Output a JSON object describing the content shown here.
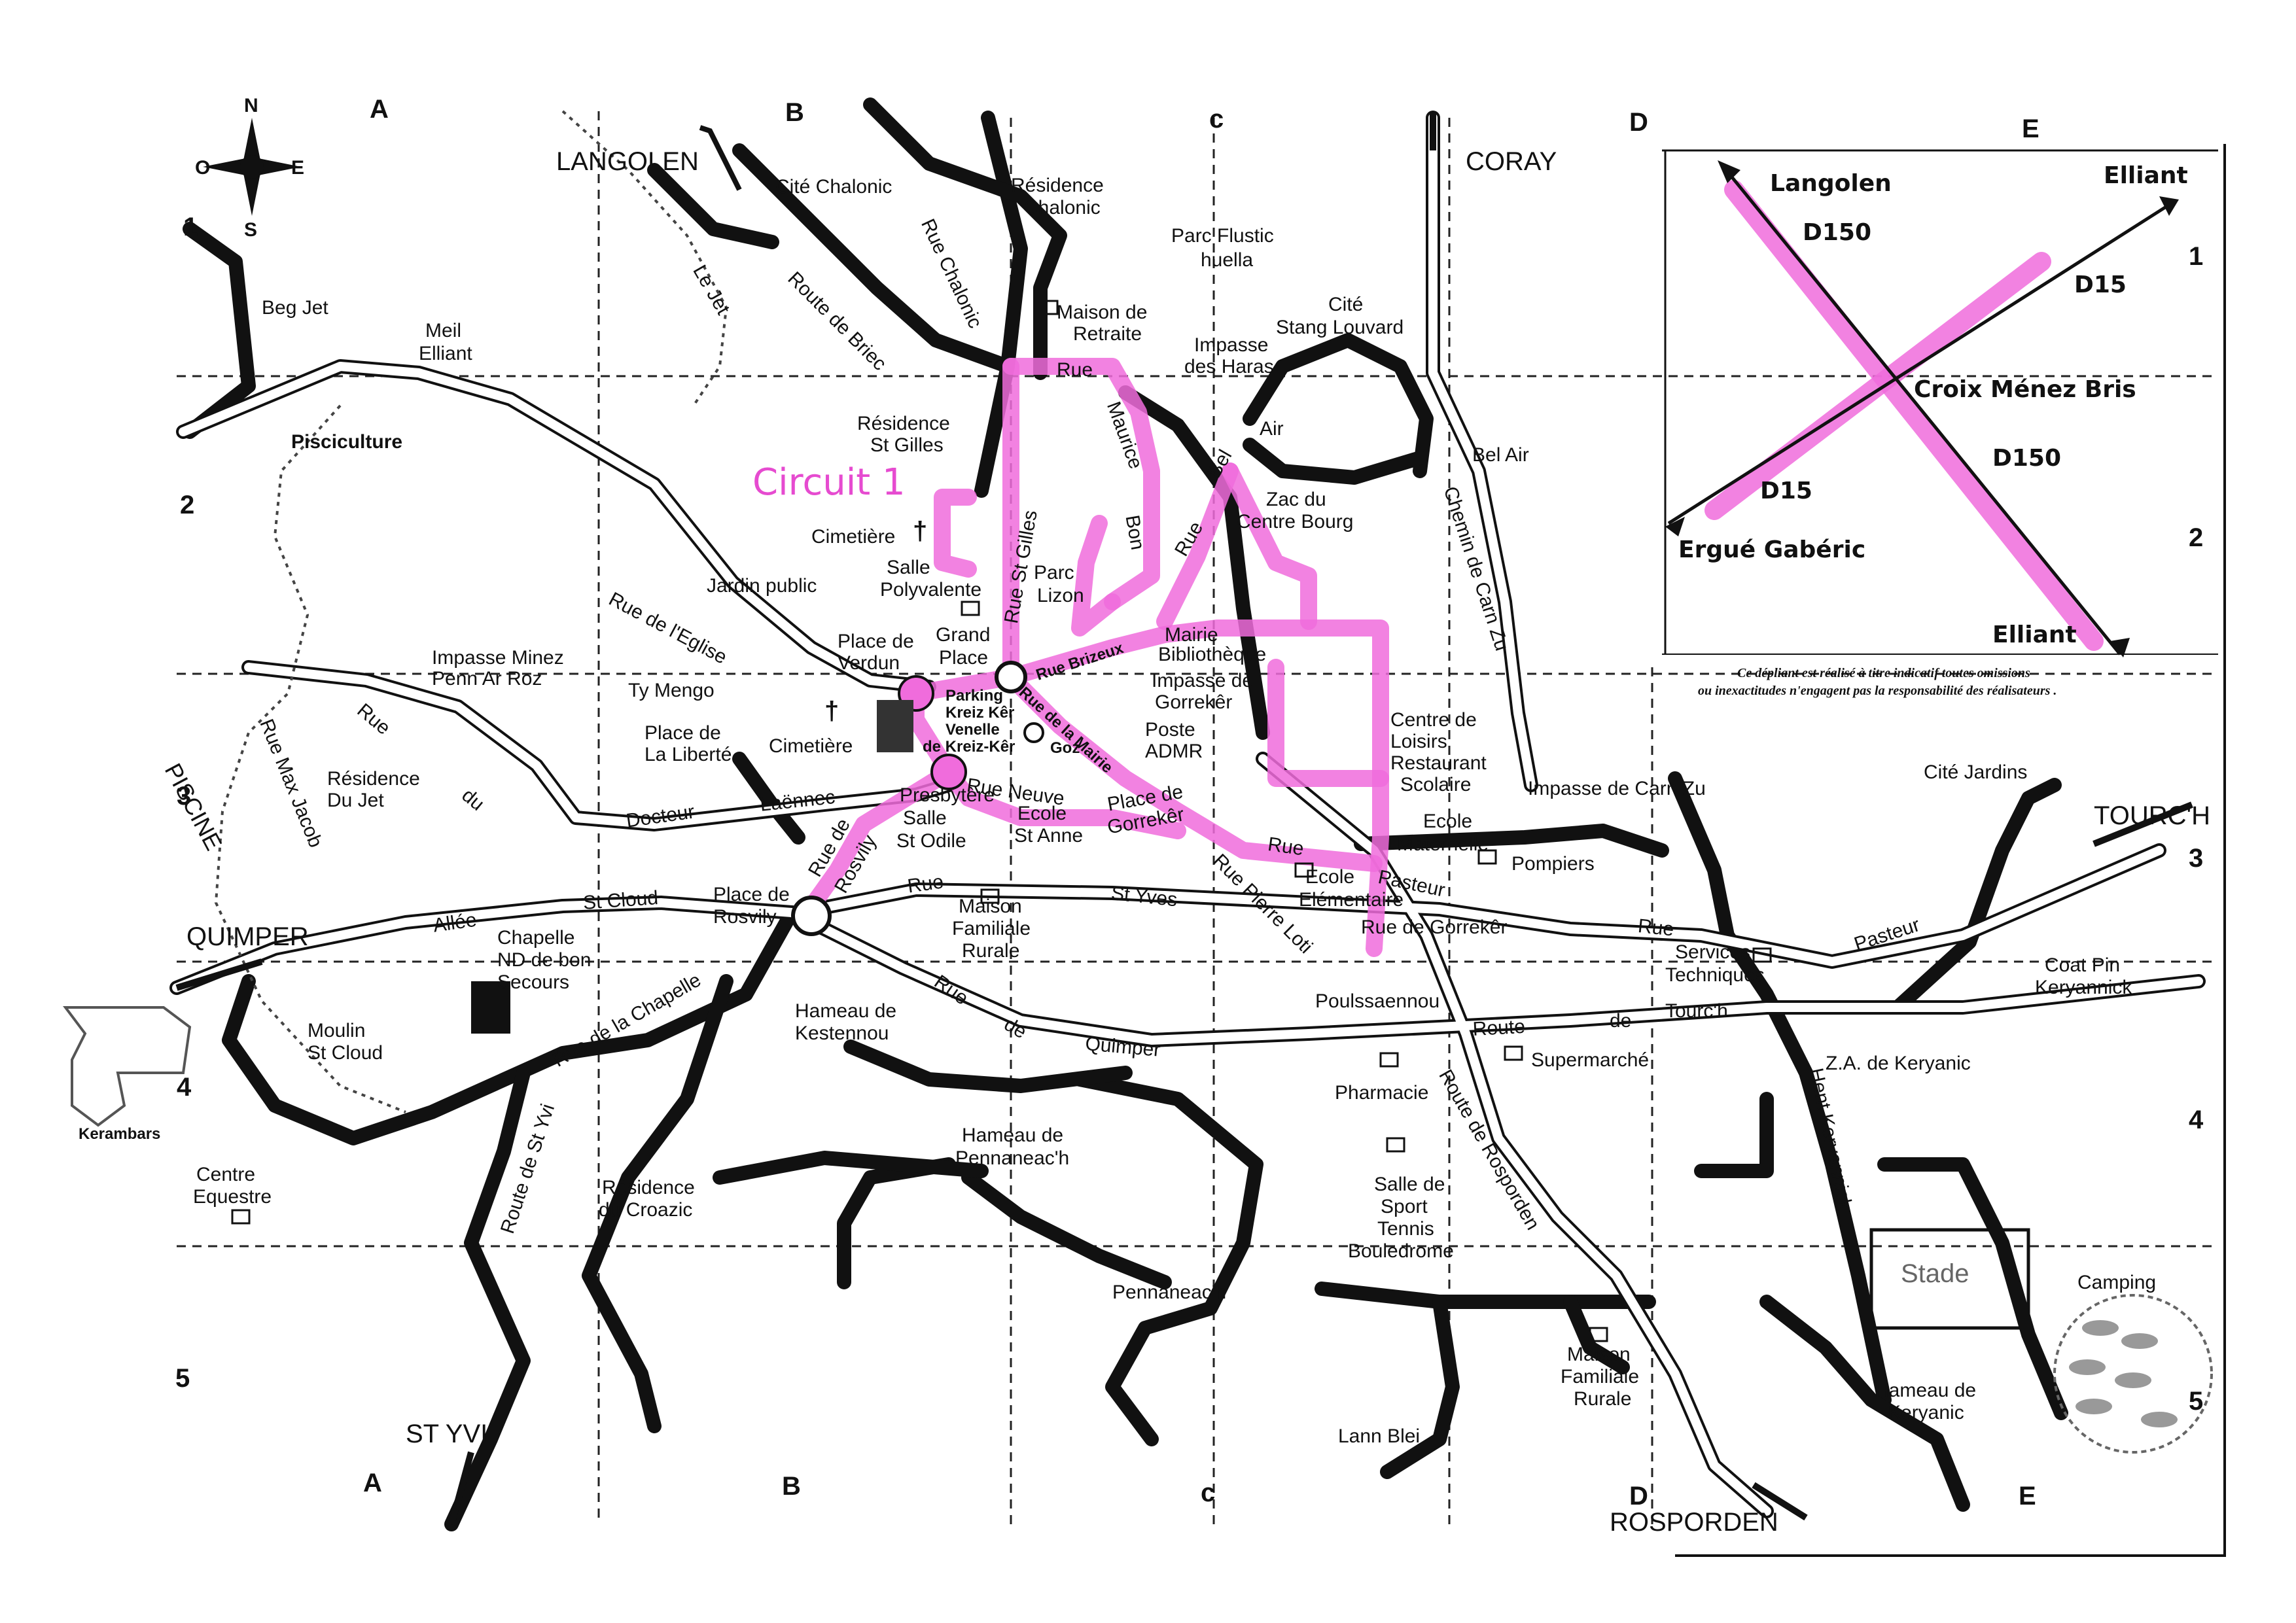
{
  "colors": {
    "circuit": "#f06cdc",
    "ink": "#111111",
    "paper": "#ffffff"
  },
  "circuit_label": "Circuit 1",
  "grid": {
    "cols_top": [
      "A",
      "B",
      "c",
      "D",
      "E"
    ],
    "cols_bottom": [
      "A",
      "B",
      "c",
      "D",
      "E"
    ],
    "rows_left": [
      "1",
      "2",
      "3",
      "4",
      "5"
    ],
    "rows_right": [
      "1",
      "2",
      "3",
      "4",
      "5"
    ]
  },
  "compass": {
    "n": "N",
    "s": "S",
    "e": "E",
    "w": "O"
  },
  "directions": {
    "langolen": "LANGOLEN",
    "coray": "CORAY",
    "tourch": "TOURC'H",
    "quimper": "QUIMPER",
    "st_yvi": "ST YVI",
    "rosporden": "ROSPORDEN",
    "kerambars": "Kerambars",
    "piscine": "PISCINE"
  },
  "places": {
    "cite_chalonic": "Cité Chalonic",
    "residence_chalonic_1": "Résidence",
    "residence_chalonic_2": "Chalonic",
    "parc_flustic_1": "Parc Flustic",
    "parc_flustic_2": "huella",
    "maison_retraite_1": "Maison de",
    "maison_retraite_2": "Retraite",
    "cite_stang_1": "Cité",
    "cite_stang_2": "Stang Louvard",
    "impasse_haras_1": "Impasse",
    "impasse_haras_2": "des Haras",
    "beg_jet": "Beg Jet",
    "meil_elliant_1": "Meil",
    "meil_elliant_2": "Elliant",
    "pisciculture": "Pisciculture",
    "residence_st_gilles_1": "Résidence",
    "residence_st_gilles_2": "St Gilles",
    "cimetiere_1": "Cimetière",
    "salle_poly_1": "Salle",
    "salle_poly_2": "Polyvalente",
    "jardin_public": "Jardin public",
    "parc_lizon_1": "Parc",
    "parc_lizon_2": "Lizon",
    "zac_1": "Zac du",
    "zac_2": "Centre Bourg",
    "bel_air": "Bel Air",
    "impasse_minez_1": "Impasse Minez",
    "impasse_minez_2": "Penn Ar Roz",
    "place_verdun_1": "Place de",
    "place_verdun_2": "Verdun",
    "grand_place_1": "Grand",
    "grand_place_2": "Place",
    "ty_mengo": "Ty Mengo",
    "place_liberte_1": "Place de",
    "place_liberte_2": "La Liberté",
    "cimetiere_2": "Cimetière",
    "residence_jet_1": "Résidence",
    "residence_jet_2": "Du Jet",
    "mairie_1": "Mairie",
    "mairie_2": "Bibliothèque",
    "impasse_gorreker_1": "Impasse de",
    "impasse_gorreker_2": "Gorrekêr",
    "poste_1": "Poste",
    "poste_2": "ADMR",
    "parking_1": "Parking",
    "parking_2": "Kreiz Kêr",
    "venelle_1": "Venelle",
    "venelle_2": "de Kreiz-Kêr",
    "presbytere_1": "Presbytère",
    "presbytere_2": "Salle",
    "presbytere_3": "St Odile",
    "ecole_st_anne_1": "Ecole",
    "ecole_st_anne_2": "St Anne",
    "centre_loisirs_1": "Centre de",
    "centre_loisirs_2": "Loisirs",
    "centre_loisirs_3": "Restaurant",
    "centre_loisirs_4": "Scolaire",
    "impasse_carn_zu": "Impasse de Carn Zu",
    "cite_jardins": "Cité Jardins",
    "ecole_mat_1": "Ecole",
    "ecole_mat_2": "Maternelle",
    "pompiers": "Pompiers",
    "ecole_elem_1": "Ecole",
    "ecole_elem_2": "Elémentaire",
    "rue_gorreker_b": "Rue de Gorrekêr",
    "place_rosvily_1": "Place de",
    "place_rosvily_2": "Rosvily",
    "chapelle_1": "Chapelle",
    "chapelle_2": "ND de bon",
    "chapelle_3": "Secours",
    "maison_fam_1": "Maison",
    "maison_fam_2": "Familiale",
    "maison_fam_3": "Rurale",
    "moulin_1": "Moulin",
    "moulin_2": "St Cloud",
    "hameau_kestennou_1": "Hameau de",
    "hameau_kestennou_2": "Kestennou",
    "poulssaennou": "Poulssaennou",
    "services_1": "Services",
    "services_2": "Techniques",
    "coat_pin_1": "Coat Pin",
    "coat_pin_2": "Keryannick",
    "supermarche": "Supermarché",
    "pharmacie": "Pharmacie",
    "za_keryanic": "Z.A. de Keryanic",
    "hameau_pennaneach_1": "Hameau de",
    "hameau_pennaneach_2": "Pennaneac'h",
    "centre_equestre_1": "Centre",
    "centre_equestre_2": "Equestre",
    "residence_croazic_1": "Résidence",
    "residence_croazic_2": "du Croazic",
    "salle_sport_1": "Salle de",
    "salle_sport_2": "Sport",
    "salle_sport_3": "Tennis",
    "salle_sport_4": "Bouledrome",
    "pennaneach": "Pennaneac'h",
    "maison_fam2_1": "Maison",
    "maison_fam2_2": "Familiale",
    "maison_fam2_3": "Rurale",
    "lann_blei": "Lann Blei",
    "stade": "Stade",
    "camping": "Camping",
    "hameau_keryanic_1": "Hameau de",
    "hameau_keryanic_2": "Keryanic"
  },
  "streets": {
    "route_briec": "Route de Briec",
    "le_jet": "Le Jet",
    "rue_chalonic": "Rue Chalonic",
    "rue_maurice_1": "Rue",
    "rue_maurice_2": "Maurice",
    "rue_maurice_3": "Bon",
    "rue_st_gilles": "Rue St Gilles",
    "rue_bel_air_1": "Rue",
    "rue_bel_air_2": "Bel",
    "rue_bel_air_3": "Air",
    "chemin_carn_zu": "Chemin de Carn Zu",
    "rue_eglise": "Rue de l'Eglise",
    "rue_brizeux": "Rue Brizeux",
    "rue_mairie": "Rue de la Mairie",
    "rue_goz": "Goz",
    "rue_docteur_1": "Rue",
    "rue_docteur_2": "du",
    "rue_docteur_3": "Docteur",
    "rue_docteur_4": "Laënnec",
    "rue_max_jacob": "Rue Max Jacob",
    "rue_neuve": "Rue Neuve",
    "place_gorreker_1": "Place de",
    "place_gorreker_2": "Gorrekêr",
    "rue_pasteur_1": "Rue",
    "rue_pasteur_2": "Pasteur",
    "rue_pierre_loti": "Rue Pierre Loti",
    "rue_rosvily_1": "Rue de",
    "rue_rosvily_2": "Rosvily",
    "allee_st_cloud_1": "Allée",
    "allee_st_cloud_2": "St Cloud",
    "rue_st_yves_1": "Rue",
    "rue_st_yves_2": "St Yves",
    "rue_chapelle": "Rue de la Chapelle",
    "rue_quimper_1": "Rue",
    "rue_quimper_2": "de",
    "rue_quimper_3": "Quimper",
    "route_tourch_1": "Route",
    "route_tourch_2": "de",
    "route_tourch_3": "Tourc'h",
    "rue_pasteur_e1": "Rue",
    "rue_pasteur_e2": "Pasteur",
    "route_rosporden": "Route de Rosporden",
    "route_st_yvi": "Route de St Yvi",
    "rue_keryannick": "Hent Keryannick"
  },
  "inset": {
    "langolen": "Langolen",
    "elliant_top": "Elliant",
    "d150_top": "D150",
    "d15_right": "D15",
    "croix": "Croix Ménez Bris",
    "d15_left": "D15",
    "d150_bottom": "D150",
    "ergue": "Ergué Gabéric",
    "elliant_bottom": "Elliant",
    "note_1": "Ce dépliant est réalisé à titre indicatif toutes omissions",
    "note_2": "ou inexactitudes n'engagent pas la responsabilité des réalisateurs ."
  }
}
